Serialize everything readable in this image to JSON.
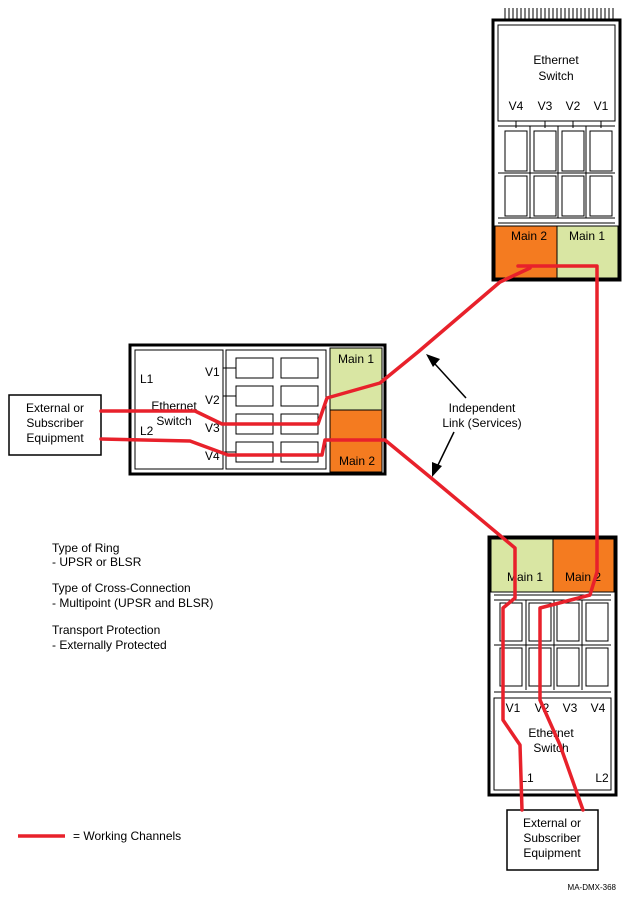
{
  "colors": {
    "working_channel": "#e8212b",
    "main_orange": "#f47b20",
    "main_green": "#d9e6a3",
    "line": "#000000",
    "background": "#ffffff"
  },
  "top_node": {
    "switch_line1": "Ethernet",
    "switch_line2": "Switch",
    "ports": [
      "V4",
      "V3",
      "V2",
      "V1"
    ],
    "main_left": "Main 2",
    "main_right": "Main 1"
  },
  "left_node": {
    "switch_line1": "Ethernet",
    "switch_line2": "Switch",
    "lines": [
      "L1",
      "L2"
    ],
    "ports": [
      "V1",
      "V2",
      "V3",
      "V4"
    ],
    "main_top": "Main 1",
    "main_bottom": "Main 2"
  },
  "bottom_node": {
    "switch_line1": "Ethernet",
    "switch_line2": "Switch",
    "ports": [
      "V1",
      "V2",
      "V3",
      "V4"
    ],
    "lines": [
      "L1",
      "L2"
    ],
    "main_left": "Main 1",
    "main_right": "Main 2"
  },
  "left_equipment": {
    "line1": "External or",
    "line2": "Subscriber",
    "line3": "Equipment"
  },
  "bottom_equipment": {
    "line1": "External or",
    "line2": "Subscriber",
    "line3": "Equipment"
  },
  "independent_link": {
    "line1": "Independent",
    "line2": "Link (Services)"
  },
  "notes": {
    "ring_type_title": "Type of Ring",
    "ring_type_value": "- UPSR or BLSR",
    "cross_connection_title": "Type of Cross-Connection",
    "cross_connection_value": "- Multipoint (UPSR and BLSR)",
    "protection_title": "Transport Protection",
    "protection_value": "- Externally Protected"
  },
  "legend": {
    "label": "= Working Channels"
  },
  "figure_id": "MA-DMX-368"
}
